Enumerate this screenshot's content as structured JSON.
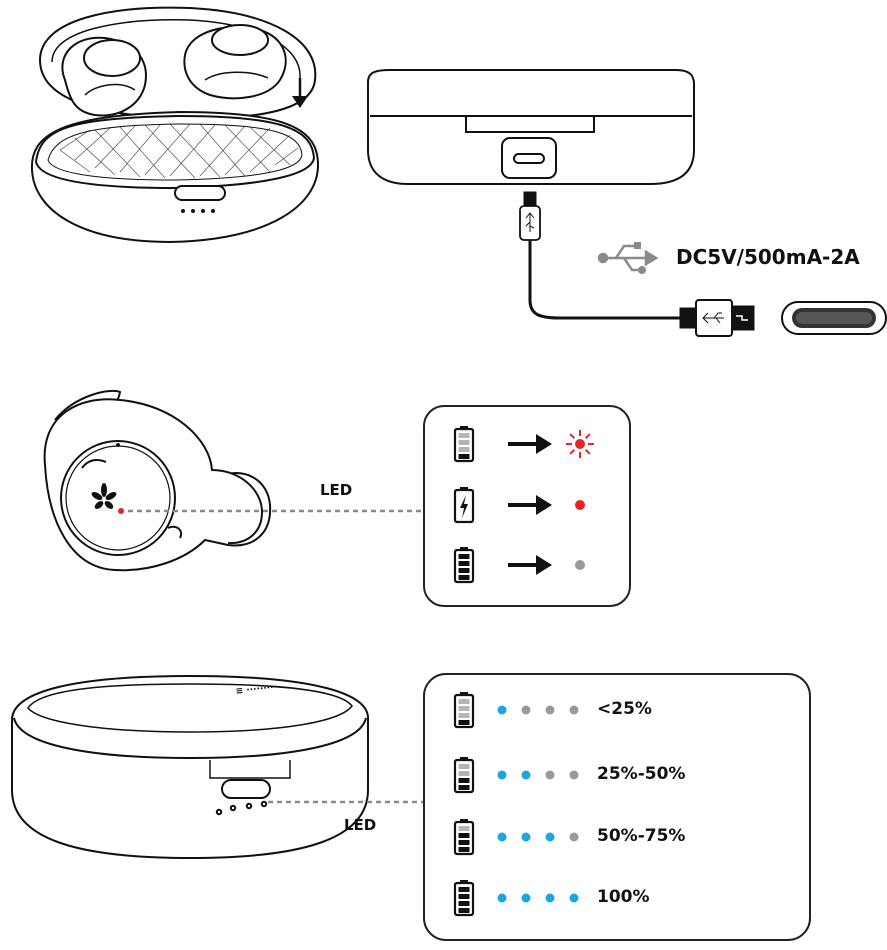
{
  "spec": {
    "voltage_label": "DC5V/500mA-2A"
  },
  "led_labels": {
    "earbud": "LED",
    "case": "LED"
  },
  "earbud_led_states": [
    {
      "battery": "low",
      "led": "red-blinking",
      "color": "#e5242a"
    },
    {
      "battery": "charging",
      "led": "red-solid",
      "color": "#e5242a"
    },
    {
      "battery": "full",
      "led": "off",
      "color": "#9a9a9a"
    }
  ],
  "case_battery_levels": [
    {
      "label": "<25%",
      "lit": 1,
      "bars": 1
    },
    {
      "label": "25%-50%",
      "lit": 2,
      "bars": 2
    },
    {
      "label": "50%-75%",
      "lit": 3,
      "bars": 3
    },
    {
      "label": "100%",
      "lit": 4,
      "bars": 4
    }
  ],
  "colors": {
    "line": "#111111",
    "led_red": "#e5242a",
    "led_blue": "#1aa7e0",
    "led_gray": "#9a9a9a",
    "dashed": "#8a8a8a",
    "usb_gray": "#8a8a8a",
    "box_border": "#222222"
  },
  "icons": {
    "arrow": "down-arrow-icon",
    "usb": "usb-symbol-icon",
    "usb_c": "usb-c-port-icon",
    "battery": "battery-icon",
    "logo": "leaf-logo-icon"
  }
}
